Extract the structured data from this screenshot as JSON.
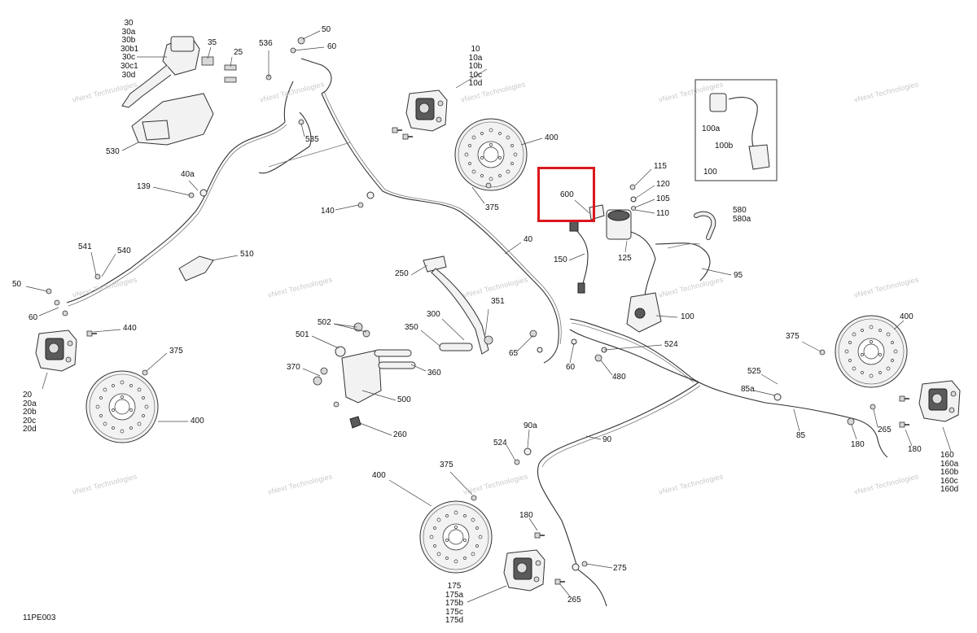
{
  "diagram_code": "11PE003",
  "watermark": {
    "line1": "vNext",
    "line2": "Technologies",
    "line3": "vNext Technologies"
  },
  "highlight": {
    "part": "600",
    "color": "#d9181e"
  },
  "groups": {
    "g30": [
      "30",
      "30a",
      "30b",
      "30b1",
      "30c",
      "30c1",
      "30d"
    ],
    "g10": [
      "10",
      "10a",
      "10b",
      "10c",
      "10d"
    ],
    "g20": [
      "20",
      "20a",
      "20b",
      "20c",
      "20d"
    ],
    "g160": [
      "160",
      "160a",
      "160b",
      "160c",
      "160d"
    ],
    "g175": [
      "175",
      "175a",
      "175b",
      "175c",
      "175d"
    ],
    "g580": [
      "580",
      "580a"
    ],
    "g100": [
      "100a",
      "100b",
      "100"
    ]
  },
  "labels": {
    "l50a": "50",
    "l60a": "60",
    "l536": "536",
    "l35": "35",
    "l25": "25",
    "l530": "530",
    "l535": "535",
    "l40a": "40a",
    "l139": "139",
    "l140": "140",
    "l400a": "400",
    "l375a": "375",
    "l600": "600",
    "l115": "115",
    "l120": "120",
    "l105": "105",
    "l110": "110",
    "l125": "125",
    "l150": "150",
    "l40": "40",
    "l95": "95",
    "l100": "100",
    "l541": "541",
    "l540": "540",
    "l510": "510",
    "l50b": "50",
    "l60b": "60",
    "l440": "440",
    "l375b": "375",
    "l400b": "400",
    "l250": "250",
    "l502": "502",
    "l501": "501",
    "l300": "300",
    "l351": "351",
    "l350": "350",
    "l370": "370",
    "l360": "360",
    "l500": "500",
    "l260": "260",
    "l65": "65",
    "l60c": "60",
    "l524a": "524",
    "l480": "480",
    "l375c": "375",
    "l400c": "400",
    "l525": "525",
    "l85a": "85a",
    "l265a": "265",
    "l85": "85",
    "l180a": "180",
    "l180b": "180",
    "l90a": "90a",
    "l524b": "524",
    "l90": "90",
    "l375d": "375",
    "l400d": "400",
    "l180c": "180",
    "l275": "275",
    "l265b": "265"
  }
}
